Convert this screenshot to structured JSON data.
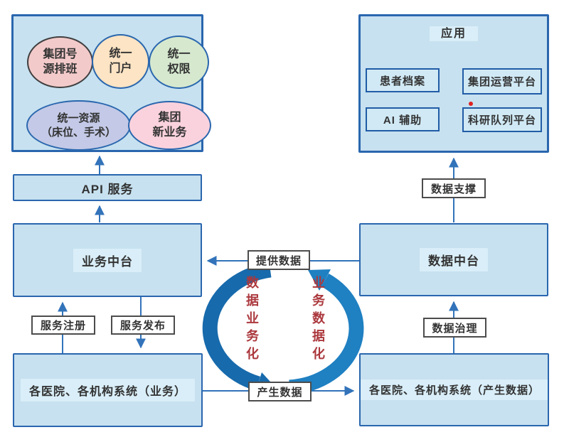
{
  "palette": {
    "panel_fill": "#c7e1f0",
    "panel_border": "#2a66ae",
    "item_fill": "#d0e9f5",
    "item_border": "#215ca6",
    "highlight": "#d9eef8",
    "label_bg": "#ffffff",
    "label_border": "#4c4c4c",
    "line": "#3273ba",
    "cycle_dark": "#176aac",
    "cycle_mid": "#1f80c2",
    "red_text": "#ab383d",
    "red_dot": "#e02222",
    "text": "#333333"
  },
  "platform_panel": {
    "ellipses": [
      {
        "label": "集团号\n源排班",
        "fill": "#f3caca",
        "border": "#3f3f3f"
      },
      {
        "label": "统一\n门户",
        "fill": "#fce4c4",
        "border": "#2a67ae"
      },
      {
        "label": "统一\n权限",
        "fill": "#d6e9cf",
        "border": "#2a67ae"
      },
      {
        "label": "统一资源\n（床位、手术）",
        "fill": "#c3c9e6",
        "border": "#2a67ae"
      },
      {
        "label": "集团\n新业务",
        "fill": "#fad2dd",
        "border": "#2a67ae"
      }
    ]
  },
  "application_panel": {
    "title": "应用",
    "items": [
      {
        "label": "患者档案"
      },
      {
        "label": "集团运营平台"
      },
      {
        "label": "AI 辅助"
      },
      {
        "label": "科研队列平台"
      }
    ]
  },
  "boxes": {
    "api_service": "API 服务",
    "business_middle": "业务中台",
    "data_middle": "数据中台",
    "hospital_business": "各医院、各机构系统（业务）",
    "hospital_data": "各医院、各机构系统（产生数据）"
  },
  "flow_labels": {
    "provide_data": "提供数据",
    "produce_data": "产生数据",
    "service_register": "服务注册",
    "service_publish": "服务发布",
    "data_support": "数据支撑",
    "data_governance": "数据治理"
  },
  "cycle": {
    "left_text": "数据业务化",
    "right_text": "业务数据化"
  }
}
